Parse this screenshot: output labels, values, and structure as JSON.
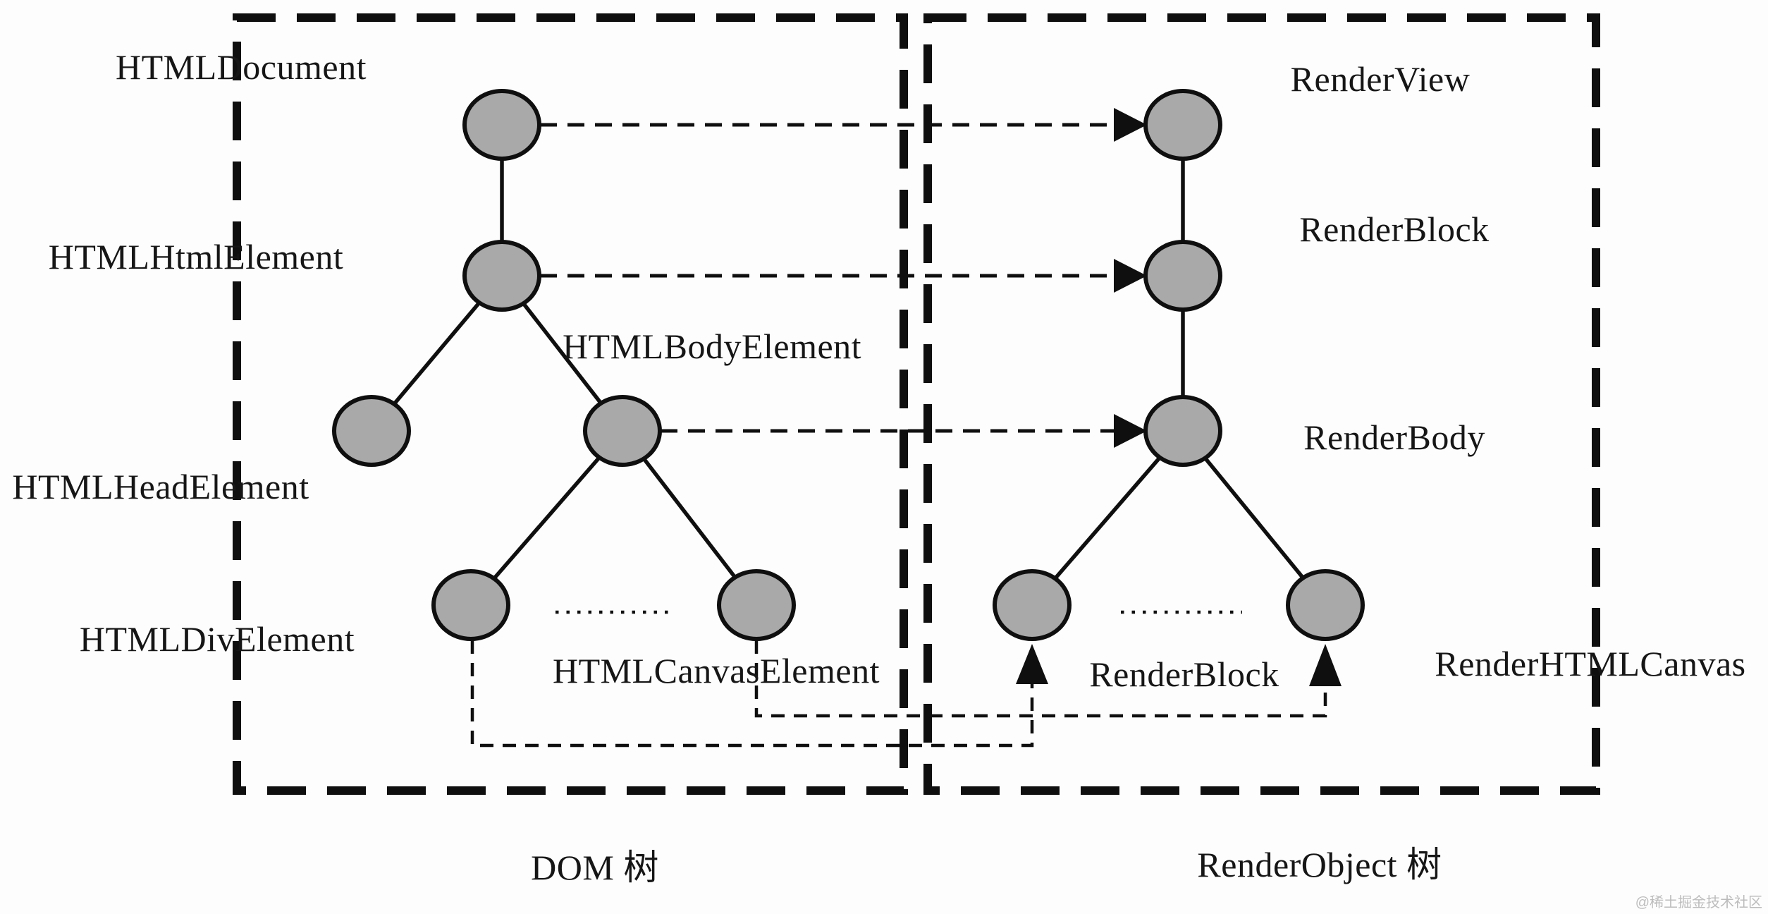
{
  "dom": {
    "caption": "DOM 树",
    "labels": {
      "document": "HTMLDocument",
      "html": "HTMLHtmlElement",
      "head": "HTMLHeadElement",
      "body": "HTMLBodyElement",
      "div": "HTMLDivElement",
      "canvas": "HTMLCanvasElement"
    }
  },
  "render": {
    "caption": "RenderObject 树",
    "labels": {
      "view": "RenderView",
      "block": "RenderBlock",
      "body": "RenderBody",
      "leaf_block": "RenderBlock",
      "html_canvas": "RenderHTMLCanvas"
    }
  },
  "watermark": "@稀土掘金技术社区",
  "colors": {
    "node_fill": "#a9a9a9",
    "stroke": "#0f0f0f",
    "text": "#161616",
    "watermark": "#bcbcbc",
    "bg": "#fdfdfd"
  }
}
